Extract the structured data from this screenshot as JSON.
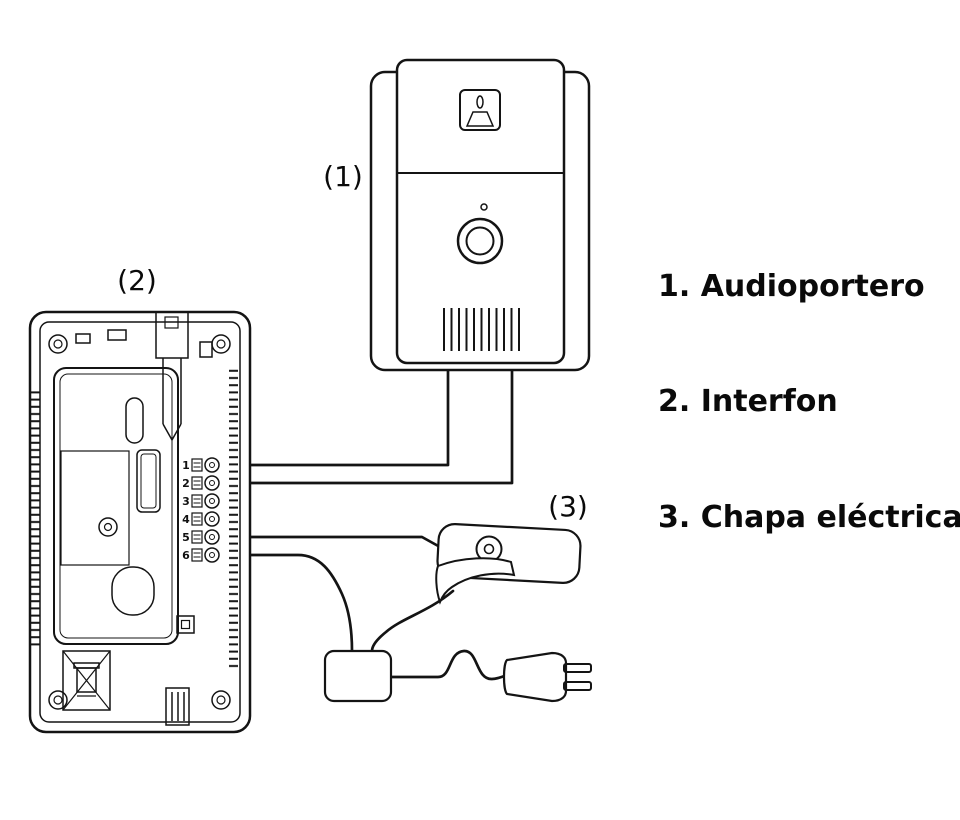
{
  "diagram": {
    "callouts": {
      "door_station": "(1)",
      "intercom": "(2)",
      "lock": "(3)"
    },
    "legend": {
      "items": [
        {
          "label": "1. Audioportero"
        },
        {
          "label": "2. Interfon"
        },
        {
          "label": "3.  Chapa eléctrica"
        }
      ]
    },
    "terminal_labels": [
      "1",
      "2",
      "3",
      "4",
      "5",
      "6"
    ],
    "colors": {
      "line": "#141414",
      "background": "#ffffff",
      "text": "#0a0a0a"
    }
  }
}
